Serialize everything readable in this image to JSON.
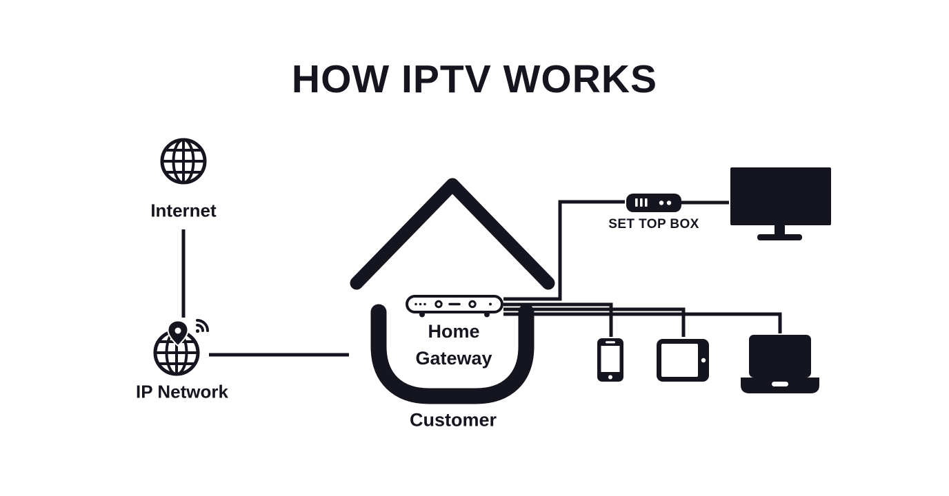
{
  "title": "HOW IPTV WORKS",
  "colors": {
    "ink": "#15151f",
    "background": "#ffffff"
  },
  "nodes": {
    "internet": {
      "label": "Internet",
      "icon": "globe-icon"
    },
    "ip_network": {
      "label": "IP Network",
      "icon": "globe-location-wifi-icon"
    },
    "customer": {
      "label": "Customer",
      "icon": "house-icon"
    },
    "home_gateway": {
      "label_line1": "Home",
      "label_line2": "Gateway",
      "icon": "router-icon"
    },
    "set_top_box": {
      "label": "SET TOP BOX",
      "icon": "set-top-box-icon"
    },
    "tv": {
      "icon": "tv-icon"
    },
    "smartphone": {
      "icon": "smartphone-icon"
    },
    "tablet": {
      "icon": "tablet-icon"
    },
    "laptop": {
      "icon": "laptop-icon"
    }
  },
  "connections": [
    {
      "from": "internet",
      "to": "ip_network"
    },
    {
      "from": "ip_network",
      "to": "home_gateway"
    },
    {
      "from": "home_gateway",
      "to": "set_top_box"
    },
    {
      "from": "set_top_box",
      "to": "tv"
    },
    {
      "from": "home_gateway",
      "to": "smartphone"
    },
    {
      "from": "home_gateway",
      "to": "tablet"
    },
    {
      "from": "home_gateway",
      "to": "laptop"
    }
  ]
}
